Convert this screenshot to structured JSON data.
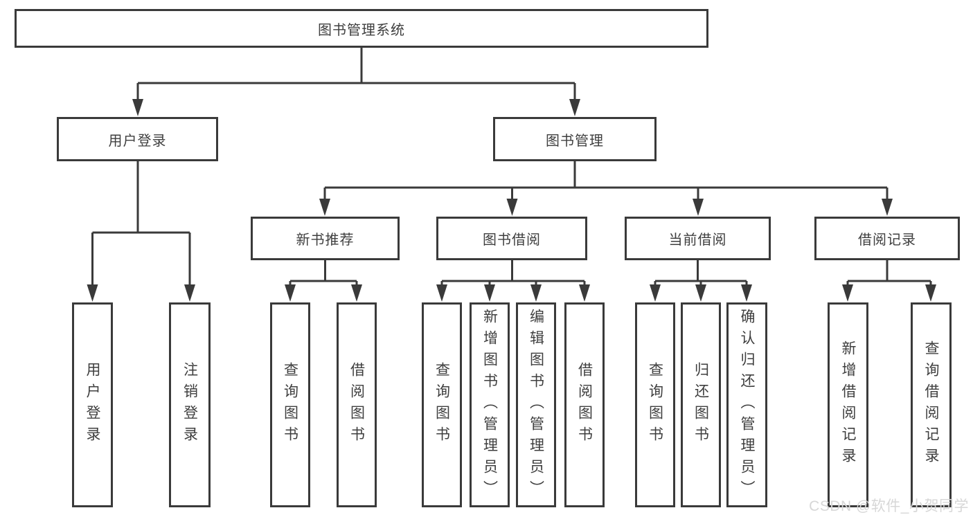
{
  "tree": {
    "label": "图书管理系统",
    "children": [
      {
        "label": "用户登录",
        "children": [
          {
            "label": "用户登录"
          },
          {
            "label": "注销登录"
          }
        ]
      },
      {
        "label": "图书管理",
        "children": [
          {
            "label": "新书推荐",
            "children": [
              {
                "label": "查询图书"
              },
              {
                "label": "借阅图书"
              }
            ]
          },
          {
            "label": "图书借阅",
            "children": [
              {
                "label": "查询图书"
              },
              {
                "label": "新增图书（管理员）"
              },
              {
                "label": "编辑图书（管理员）"
              },
              {
                "label": "借阅图书"
              }
            ]
          },
          {
            "label": "当前借阅",
            "children": [
              {
                "label": "查询图书"
              },
              {
                "label": "归还图书"
              },
              {
                "label": "确认归还（管理员）"
              }
            ]
          },
          {
            "label": "借阅记录",
            "children": [
              {
                "label": "新增借阅记录"
              },
              {
                "label": "查询借阅记录"
              }
            ]
          }
        ]
      }
    ]
  },
  "watermark": {
    "text": "CSDN @软件_小贺同学"
  },
  "colors": {
    "line": "#3a3a3a",
    "text": "#3e3e3e",
    "background": "#ffffff",
    "watermark": "#d7d7d7"
  }
}
